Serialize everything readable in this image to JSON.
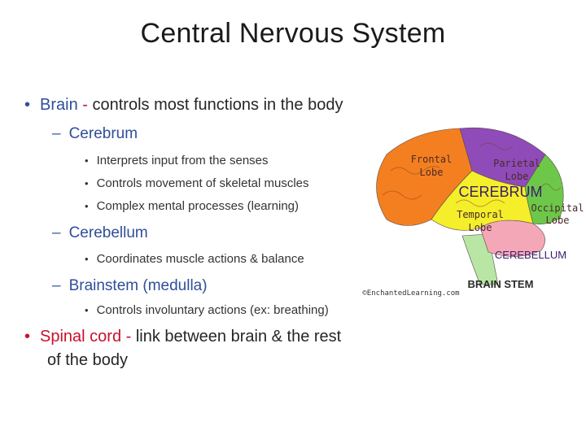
{
  "title": "Central Nervous System",
  "brain": {
    "label": "Brain",
    "dash": " - ",
    "text": "controls most functions in the body"
  },
  "cerebrum": {
    "label": "Cerebrum",
    "items": [
      "Interprets input from the senses",
      "Controls movement of skeletal muscles",
      "Complex mental processes (learning)"
    ]
  },
  "cerebellum": {
    "label": "Cerebellum",
    "items": [
      "Coordinates muscle actions & balance"
    ]
  },
  "brainstem": {
    "label": "Brainstem (medulla)",
    "items": [
      "Controls involuntary actions (ex:  breathing)"
    ]
  },
  "spinal": {
    "label": "Spinal cord",
    "dash": " - ",
    "text": "link between brain & the rest",
    "text2": "of the body"
  },
  "diagram": {
    "frontal": [
      "Frontal",
      "Lobe"
    ],
    "parietal": [
      "Parietal",
      "Lobe"
    ],
    "cerebrum": "CEREBRUM",
    "temporal": [
      "Temporal",
      "Lobe"
    ],
    "occipital": [
      "Occipital",
      "Lobe"
    ],
    "cerebellum": "CEREBELLUM",
    "brainstem": "BRAIN STEM",
    "credit": "©EnchantedLearning.com"
  },
  "colors": {
    "frontal": "#f47f20",
    "parietal": "#8f4bb8",
    "temporal": "#f5ee2a",
    "occipital": "#6dc84a",
    "cerebellum": "#f4a7b7",
    "brainstem": "#b9e6a4"
  }
}
